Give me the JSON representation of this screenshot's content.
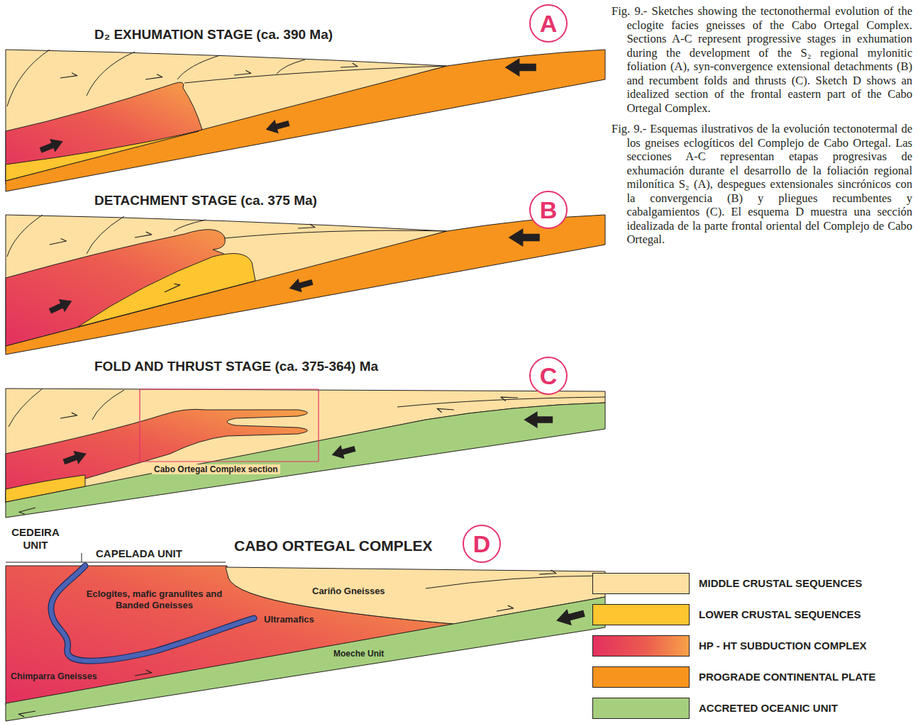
{
  "diagram": {
    "caption": "Fig. 9.- Sketches showing the tectonothermal evolution of the eclogite facies gneisses of the Cabo Ortegal Complex. Sections A-C represent progressive stages in exhumation during the development of the S₂ regional mylonitic foliation (A), syn-convergence extensional detachments (B) and recumbent folds and thrusts (C). Sketch D shows an idealized section of the frontal eastern part of the Cabo Ortegal Complex.",
    "nodes": [
      {
        "text": [
          "A"
        ]
      },
      {
        "text": [
          "B"
        ]
      },
      {
        "text": [
          "C"
        ]
      },
      {
        "text": [
          "D"
        ]
      }
    ],
    "labels": [
      "D₂ EXHUMATION STAGE (ca. 390 Ma)",
      "DETACHMENT STAGE (ca. 375 Ma)",
      "FOLD AND THRUST STAGE (ca. 375-364) Ma",
      "Cabo Ortegal Complex section",
      "CEDEIRA UNIT",
      "CAPELADA UNIT",
      "CABO ORTEGAL COMPLEX",
      "Cariño Gneisses",
      "Eclogites, mafic granulites and Banded Gneisses",
      "Ultramafics",
      "Moeche Unit",
      "Chimparra Gneisses",
      "Fig. 9.- Esquemas ilustrativos de la evolución tectonotermal de los gneises eclogíticos del Complejo de Cabo Ortegal. Las secciones A-C representan etapas progresivas de exhumación durante el desarrollo de la foliación regional milonítica S₂ (A), despegues extensionales sincrónicos con la convergencia (B) y pliegues recumbentes y cabalgamientos (C). El esquema D muestra una sección idealizada de la parte frontal oriental del Complejo de Cabo Ortegal."
    ],
    "legend": [
      {
        "text": "MIDDLE CRUSTAL SEQUENCES",
        "color": "#fde0a2"
      },
      {
        "text": "LOWER CRUSTAL SEQUENCES",
        "color": "#fdc52f"
      },
      {
        "text": "HP - HT SUBDUCTION COMPLEX"
      },
      {
        "text": "PROGRADE CONTINENTAL PLATE",
        "color": "#f7941d"
      },
      {
        "text": "ACCRETED OCEANIC UNIT",
        "color": "#a5cf7d"
      }
    ]
  }
}
